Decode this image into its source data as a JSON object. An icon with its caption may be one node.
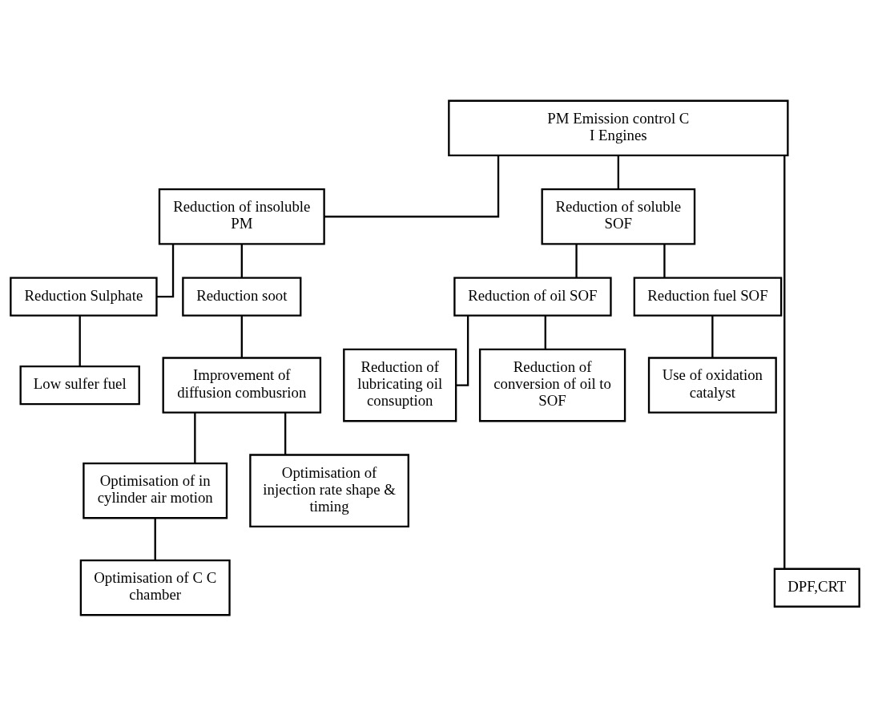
{
  "diagram": {
    "nodes": [
      {
        "text": [
          "PM Emission control C I Engines"
        ]
      },
      {
        "text": [
          "Reduction of insoluble PM"
        ]
      },
      {
        "text": [
          "Reduction of soluble SOF"
        ]
      },
      {
        "text": [
          "Reduction Sulphate"
        ]
      },
      {
        "text": [
          "Reduction soot"
        ]
      },
      {
        "text": [
          "Reduction of oil SOF"
        ]
      },
      {
        "text": [
          "Reduction fuel SOF"
        ]
      },
      {
        "text": [
          "Low sulfer fuel"
        ]
      },
      {
        "text": [
          "Improvement of diffusion combusrion"
        ]
      },
      {
        "text": [
          "Reduction of lubricating oil consuption"
        ]
      },
      {
        "text": [
          "Reduction of conversion of oil to SOF"
        ]
      },
      {
        "text": [
          "Use of oxidation catalyst"
        ]
      },
      {
        "text": [
          "Optimisation of in cylinder air motion"
        ]
      },
      {
        "text": [
          "Optimisation of injection rate shape & timing"
        ]
      },
      {
        "text": [
          "Optimisation of C C chamber"
        ]
      },
      {
        "text": [
          "DPF,CRT"
        ]
      }
    ],
    "edges": [
      {
        "from": 0,
        "to": 1,
        "arrow": "none"
      },
      {
        "from": 0,
        "to": 2,
        "arrow": "none"
      },
      {
        "from": 0,
        "to": 15,
        "arrow": "none"
      },
      {
        "from": 1,
        "to": 3,
        "arrow": "none"
      },
      {
        "from": 1,
        "to": 4,
        "arrow": "none"
      },
      {
        "from": 2,
        "to": 5,
        "arrow": "none"
      },
      {
        "from": 2,
        "to": 6,
        "arrow": "none"
      },
      {
        "from": 3,
        "to": 7,
        "arrow": "none"
      },
      {
        "from": 4,
        "to": 8,
        "arrow": "none"
      },
      {
        "from": 5,
        "to": 9,
        "arrow": "none"
      },
      {
        "from": 5,
        "to": 10,
        "arrow": "none"
      },
      {
        "from": 6,
        "to": 11,
        "arrow": "none"
      },
      {
        "from": 8,
        "to": 12,
        "arrow": "none"
      },
      {
        "from": 8,
        "to": 13,
        "arrow": "none"
      },
      {
        "from": 12,
        "to": 14,
        "arrow": "none"
      }
    ]
  }
}
